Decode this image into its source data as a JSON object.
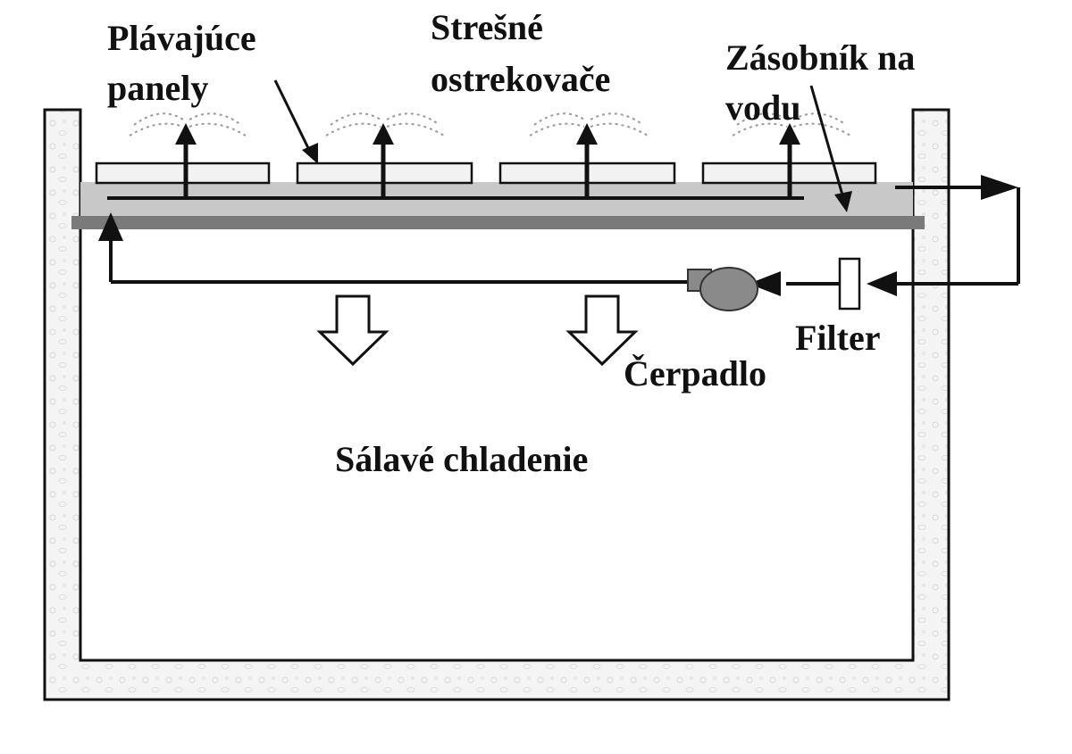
{
  "labels": {
    "floating_panels_line1": "Plávajúce",
    "floating_panels_line2": "panely",
    "roof_sprinklers_line1": "Strešné",
    "roof_sprinklers_line2": "ostrekovače",
    "water_tank_line1": "Zásobník na",
    "water_tank_line2": "vodu",
    "filter": "Filter",
    "pump": "Čerpadlo",
    "radiant_cooling": "Sálavé chladenie"
  },
  "colors": {
    "line": "#111111",
    "wall_fill": "#f4f4f4",
    "water_pond": "#c8c8c8",
    "roof_slab": "#7a7a7a",
    "pump": "#8a8a8a",
    "spray": "#9a9a9a"
  },
  "icons": {
    "pump": "pump-icon",
    "filter": "filter-icon",
    "cooling_arrow": "down-arrow-icon"
  }
}
